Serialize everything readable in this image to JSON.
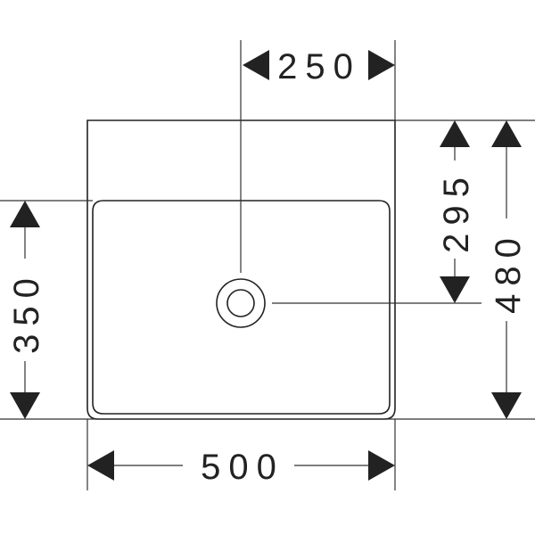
{
  "drawing": {
    "dimensions": {
      "drain_offset": "250",
      "drain_depth": "295",
      "total_depth": "480",
      "basin_depth": "350",
      "width": "500"
    }
  }
}
